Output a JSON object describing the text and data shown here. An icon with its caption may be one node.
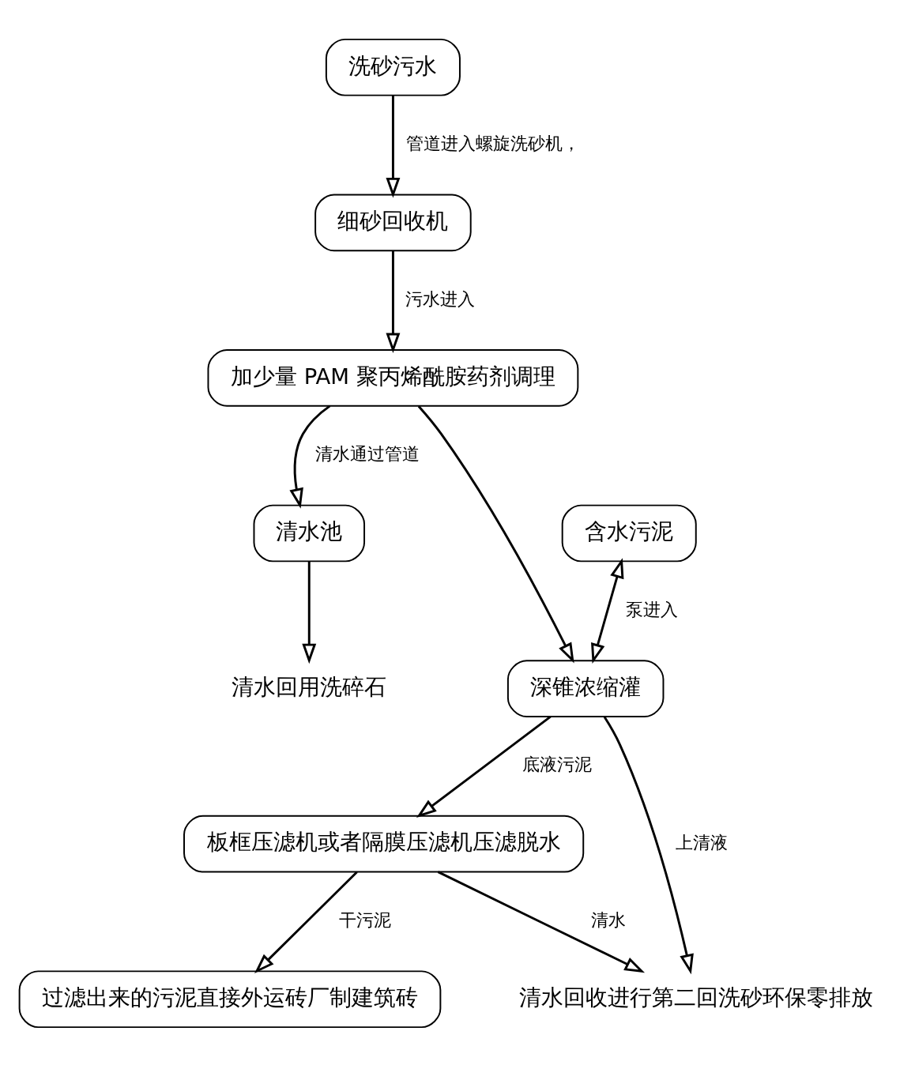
{
  "diagram": {
    "nodes": [
      {
        "text": [
          "洗砂污水"
        ]
      },
      {
        "text": [
          "细砂回收机"
        ]
      },
      {
        "text": [
          "加少量 PAM 聚丙烯酰胺药剂调理"
        ]
      },
      {
        "text": [
          "清水池"
        ]
      },
      {
        "text": [
          "清水回用洗碎石"
        ]
      },
      {
        "text": [
          "含水污泥"
        ]
      },
      {
        "text": [
          "深锥浓缩灌"
        ]
      },
      {
        "text": [
          "板框压滤机或者隔膜压滤机压滤脱水"
        ]
      },
      {
        "text": [
          "清水回收进行第二回洗砂环保零排放"
        ]
      },
      {
        "text": [
          "过滤出来的污泥直接外运砖厂制建筑砖"
        ]
      }
    ],
    "edges": [
      {
        "from": 0,
        "to": 1,
        "arrow": "to",
        "label": "管道进入螺旋洗砂机，"
      },
      {
        "from": 1,
        "to": 2,
        "arrow": "to",
        "label": "污水进入"
      },
      {
        "from": 2,
        "to": 3,
        "arrow": "to",
        "label": "清水通过管道"
      },
      {
        "from": 3,
        "to": 4,
        "arrow": "to"
      },
      {
        "from": 2,
        "to": 6,
        "arrow": "to"
      },
      {
        "from": 5,
        "to": 6,
        "arrow": "both",
        "label": "泵进入"
      },
      {
        "from": 6,
        "to": 7,
        "arrow": "to",
        "label": "底液污泥"
      },
      {
        "from": 6,
        "to": 8,
        "arrow": "to",
        "label": "上清液"
      },
      {
        "from": 7,
        "to": 8,
        "arrow": "to",
        "label": "清水"
      },
      {
        "from": 7,
        "to": 9,
        "arrow": "to",
        "label": "干污泥"
      }
    ]
  }
}
